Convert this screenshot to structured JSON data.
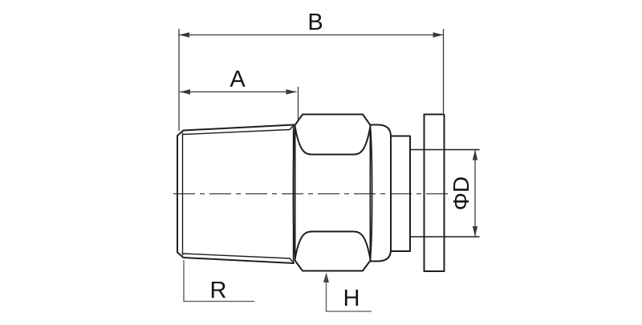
{
  "drawing": {
    "labels": {
      "b": "B",
      "a": "A",
      "phi_d": "ΦD",
      "r": "R",
      "h": "H"
    },
    "colors": {
      "background": "#ffffff",
      "outline": "#1f1f1f",
      "dimension": "#3a3a3a",
      "leader": "#565656",
      "text": "#141414"
    }
  }
}
